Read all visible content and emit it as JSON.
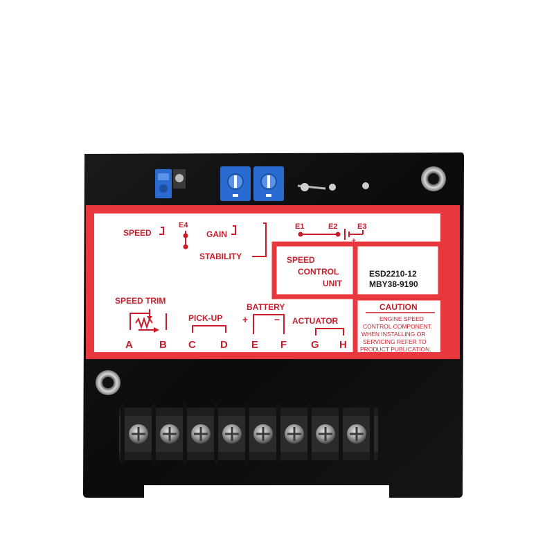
{
  "device": {
    "panel": {
      "speed": "SPEED",
      "e4": "E4",
      "gain": "GAIN",
      "stability": "STABILITY",
      "e1": "E1",
      "e2": "E2",
      "e3": "E3",
      "plus": "+",
      "minus": "−",
      "speed_control_lines": [
        "SPEED",
        "CONTROL",
        "UNIT"
      ],
      "speed_trim": "SPEED TRIM",
      "pickup": "PICK-UP",
      "battery": "BATTERY",
      "actuator": "ACTUATOR",
      "terminals": [
        "A",
        "B",
        "C",
        "D",
        "E",
        "F",
        "G",
        "H"
      ]
    },
    "part_numbers": [
      "ESD2210-12",
      "MBY38-9190"
    ],
    "caution": {
      "title": "CAUTION",
      "lines": [
        "ENGINE SPEED",
        "CONTROL COMPONENT.",
        "WHEN INSTALLING OR",
        "SERVICING REFER TO",
        "PRODUCT PUBLICATION."
      ]
    },
    "colors": {
      "board": "#0b0b0d",
      "panel": "#e8383d",
      "panel_text": "#c81e2c",
      "pot_blue": "#2a6bd1",
      "terminal_metal": "#9a9a9a"
    }
  }
}
